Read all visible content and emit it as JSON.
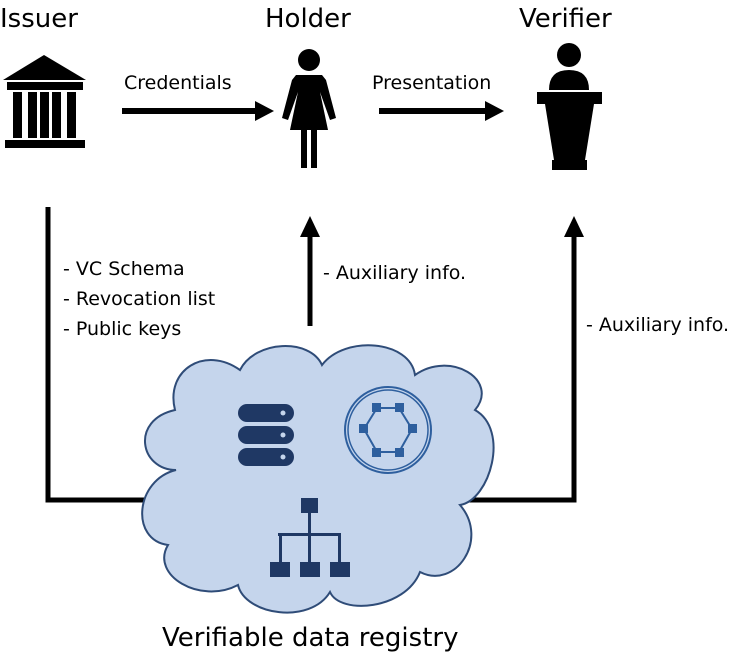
{
  "roles": {
    "issuer": "Issuer",
    "holder": "Holder",
    "verifier": "Verifier"
  },
  "flows": {
    "credentials": "Credentials",
    "presentation": "Presentation"
  },
  "issuer_outputs": [
    "- VC Schema",
    "- Revocation list",
    "- Public keys"
  ],
  "holder_input": "- Auxiliary info.",
  "verifier_input": "- Auxiliary info.",
  "registry": {
    "label": "Verifiable data registry",
    "fill_color": "#c5d5ec",
    "stroke_color": "#2f4c78",
    "icon_color": "#1f3864",
    "network_color": "#2e5f9e"
  },
  "icons": {
    "issuer": "bank-building-icon",
    "holder": "person-icon",
    "verifier": "speaker-at-podium-icon",
    "database": "database-icon",
    "blockchain": "blockchain-network-icon",
    "hierarchy": "hierarchy-tree-icon"
  }
}
